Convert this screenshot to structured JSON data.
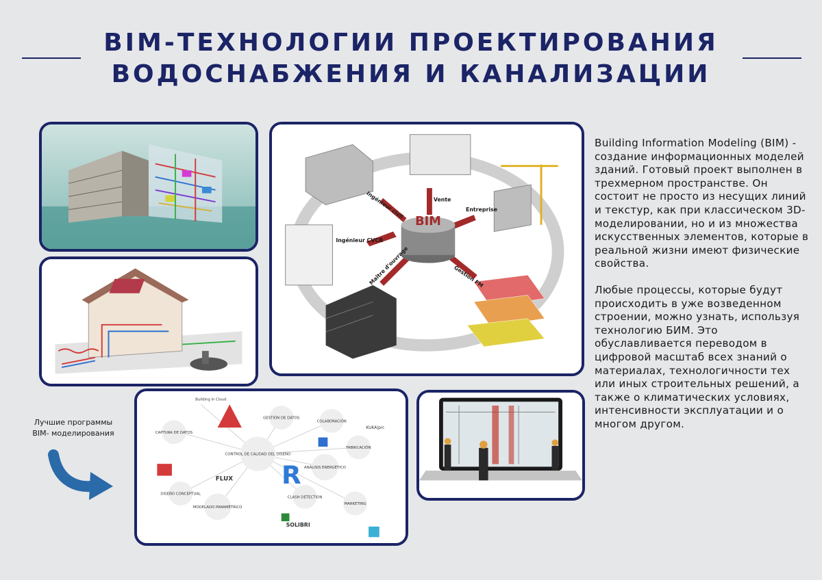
{
  "header": {
    "title_line1": "BIM-ТЕХНОЛОГИИ ПРОЕКТИРОВАНИЯ",
    "title_line2": "ВОДОСНАБЖЕНИЯ И КАНАЛИЗАЦИИ"
  },
  "description": {
    "paragraph1": "Building Information Modeling (BIM) - создание информационных моделей зданий. Готовый проект выполнен в трехмерном пространстве. Он состоит не просто из несущих линий и текстур, как при классическом 3D-моделировании, но и из множества искусственных элементов, которые в реальной жизни имеют физические свойства.",
    "paragraph2": "Любые процессы, которые будут происходить в уже возведенном строении, можно узнать, используя технологию БИМ. Это обуславливается переводом в цифровой масштаб всех знаний о материалах, технологичности тех или иных строительных решений, а также о климатических условиях, интенсивности эксплуатации и о многом другом."
  },
  "side_caption": {
    "line1": "Лучшие программы",
    "line2": "BIM- моделирования"
  },
  "bim_cycle": {
    "center_label": "BIM",
    "arrows": [
      "Ingénieur civil",
      "Vente",
      "Entreprise",
      "Gestion FM",
      "Maître d'ouvrage",
      "Ingénieur CVCR"
    ]
  },
  "software_map": {
    "nodes": [
      "Building in Cloud",
      "GESTIÓN DE DATOS",
      "COLABORACIÓN",
      "CAPTURA DE DATOS",
      "CONTROL DE CALIDAD DEL DISEÑO",
      "FABRICACIÓN",
      "ANÁLISIS ENERGÉTICO",
      "DISEÑO CONCEPTUAL",
      "MODELADO PARAMÉTRICO",
      "CLASH DETECTION",
      "MARKETING",
      "FLUX",
      "SOLIBRI",
      "KUKA|prc"
    ]
  },
  "colors": {
    "navy": "#1b2466",
    "background": "#e6e7e9",
    "arrow_blue": "#2b6aa8",
    "bim_arrow_red": "#a32a2a"
  }
}
